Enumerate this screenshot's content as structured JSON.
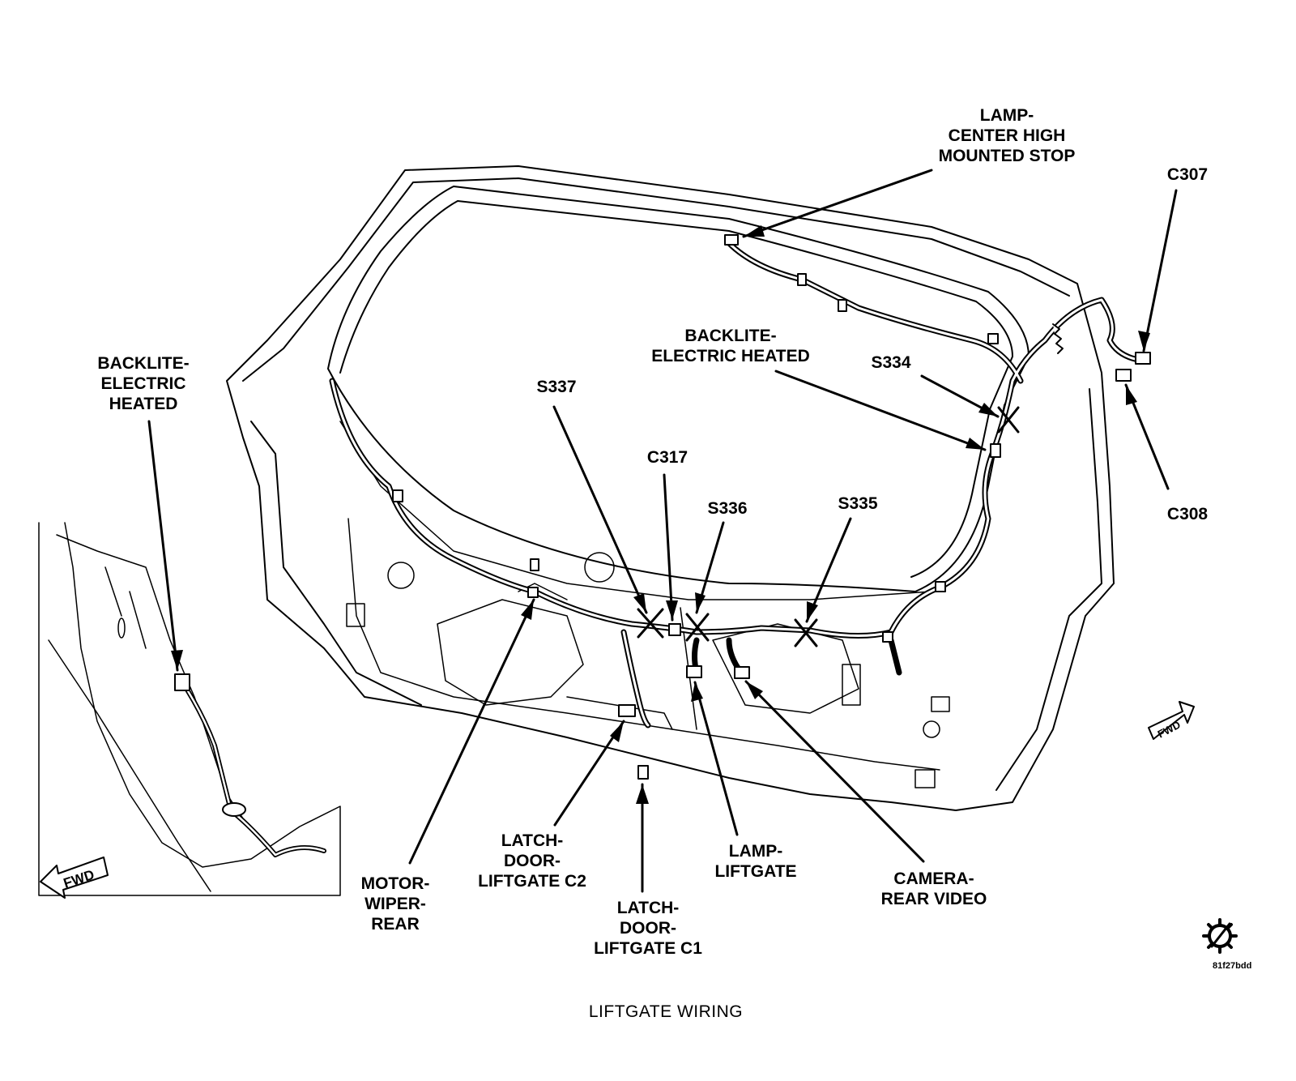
{
  "caption": "LIFTGATE WIRING",
  "image_code": "81f27bdd",
  "fwd_label": "FWD",
  "callouts": {
    "lamp_chmsl": [
      "LAMP-",
      "CENTER HIGH",
      "MOUNTED STOP"
    ],
    "c307": "C307",
    "c308": "C308",
    "backlite_main": [
      "BACKLITE-",
      "ELECTRIC HEATED"
    ],
    "s334": "S334",
    "s337": "S337",
    "c317": "C317",
    "s336": "S336",
    "s335": "S335",
    "backlite_inset": [
      "BACKLITE-",
      "ELECTRIC",
      "HEATED"
    ],
    "motor_wiper": [
      "MOTOR-",
      "WIPER-",
      "REAR"
    ],
    "latch_c2": [
      "LATCH-",
      "DOOR-",
      "LIFTGATE C2"
    ],
    "latch_c1": [
      "LATCH-",
      "DOOR-",
      "LIFTGATE C1"
    ],
    "lamp_liftgate": [
      "LAMP-",
      "LIFTGATE"
    ],
    "camera": [
      "CAMERA-",
      "REAR VIDEO"
    ]
  }
}
